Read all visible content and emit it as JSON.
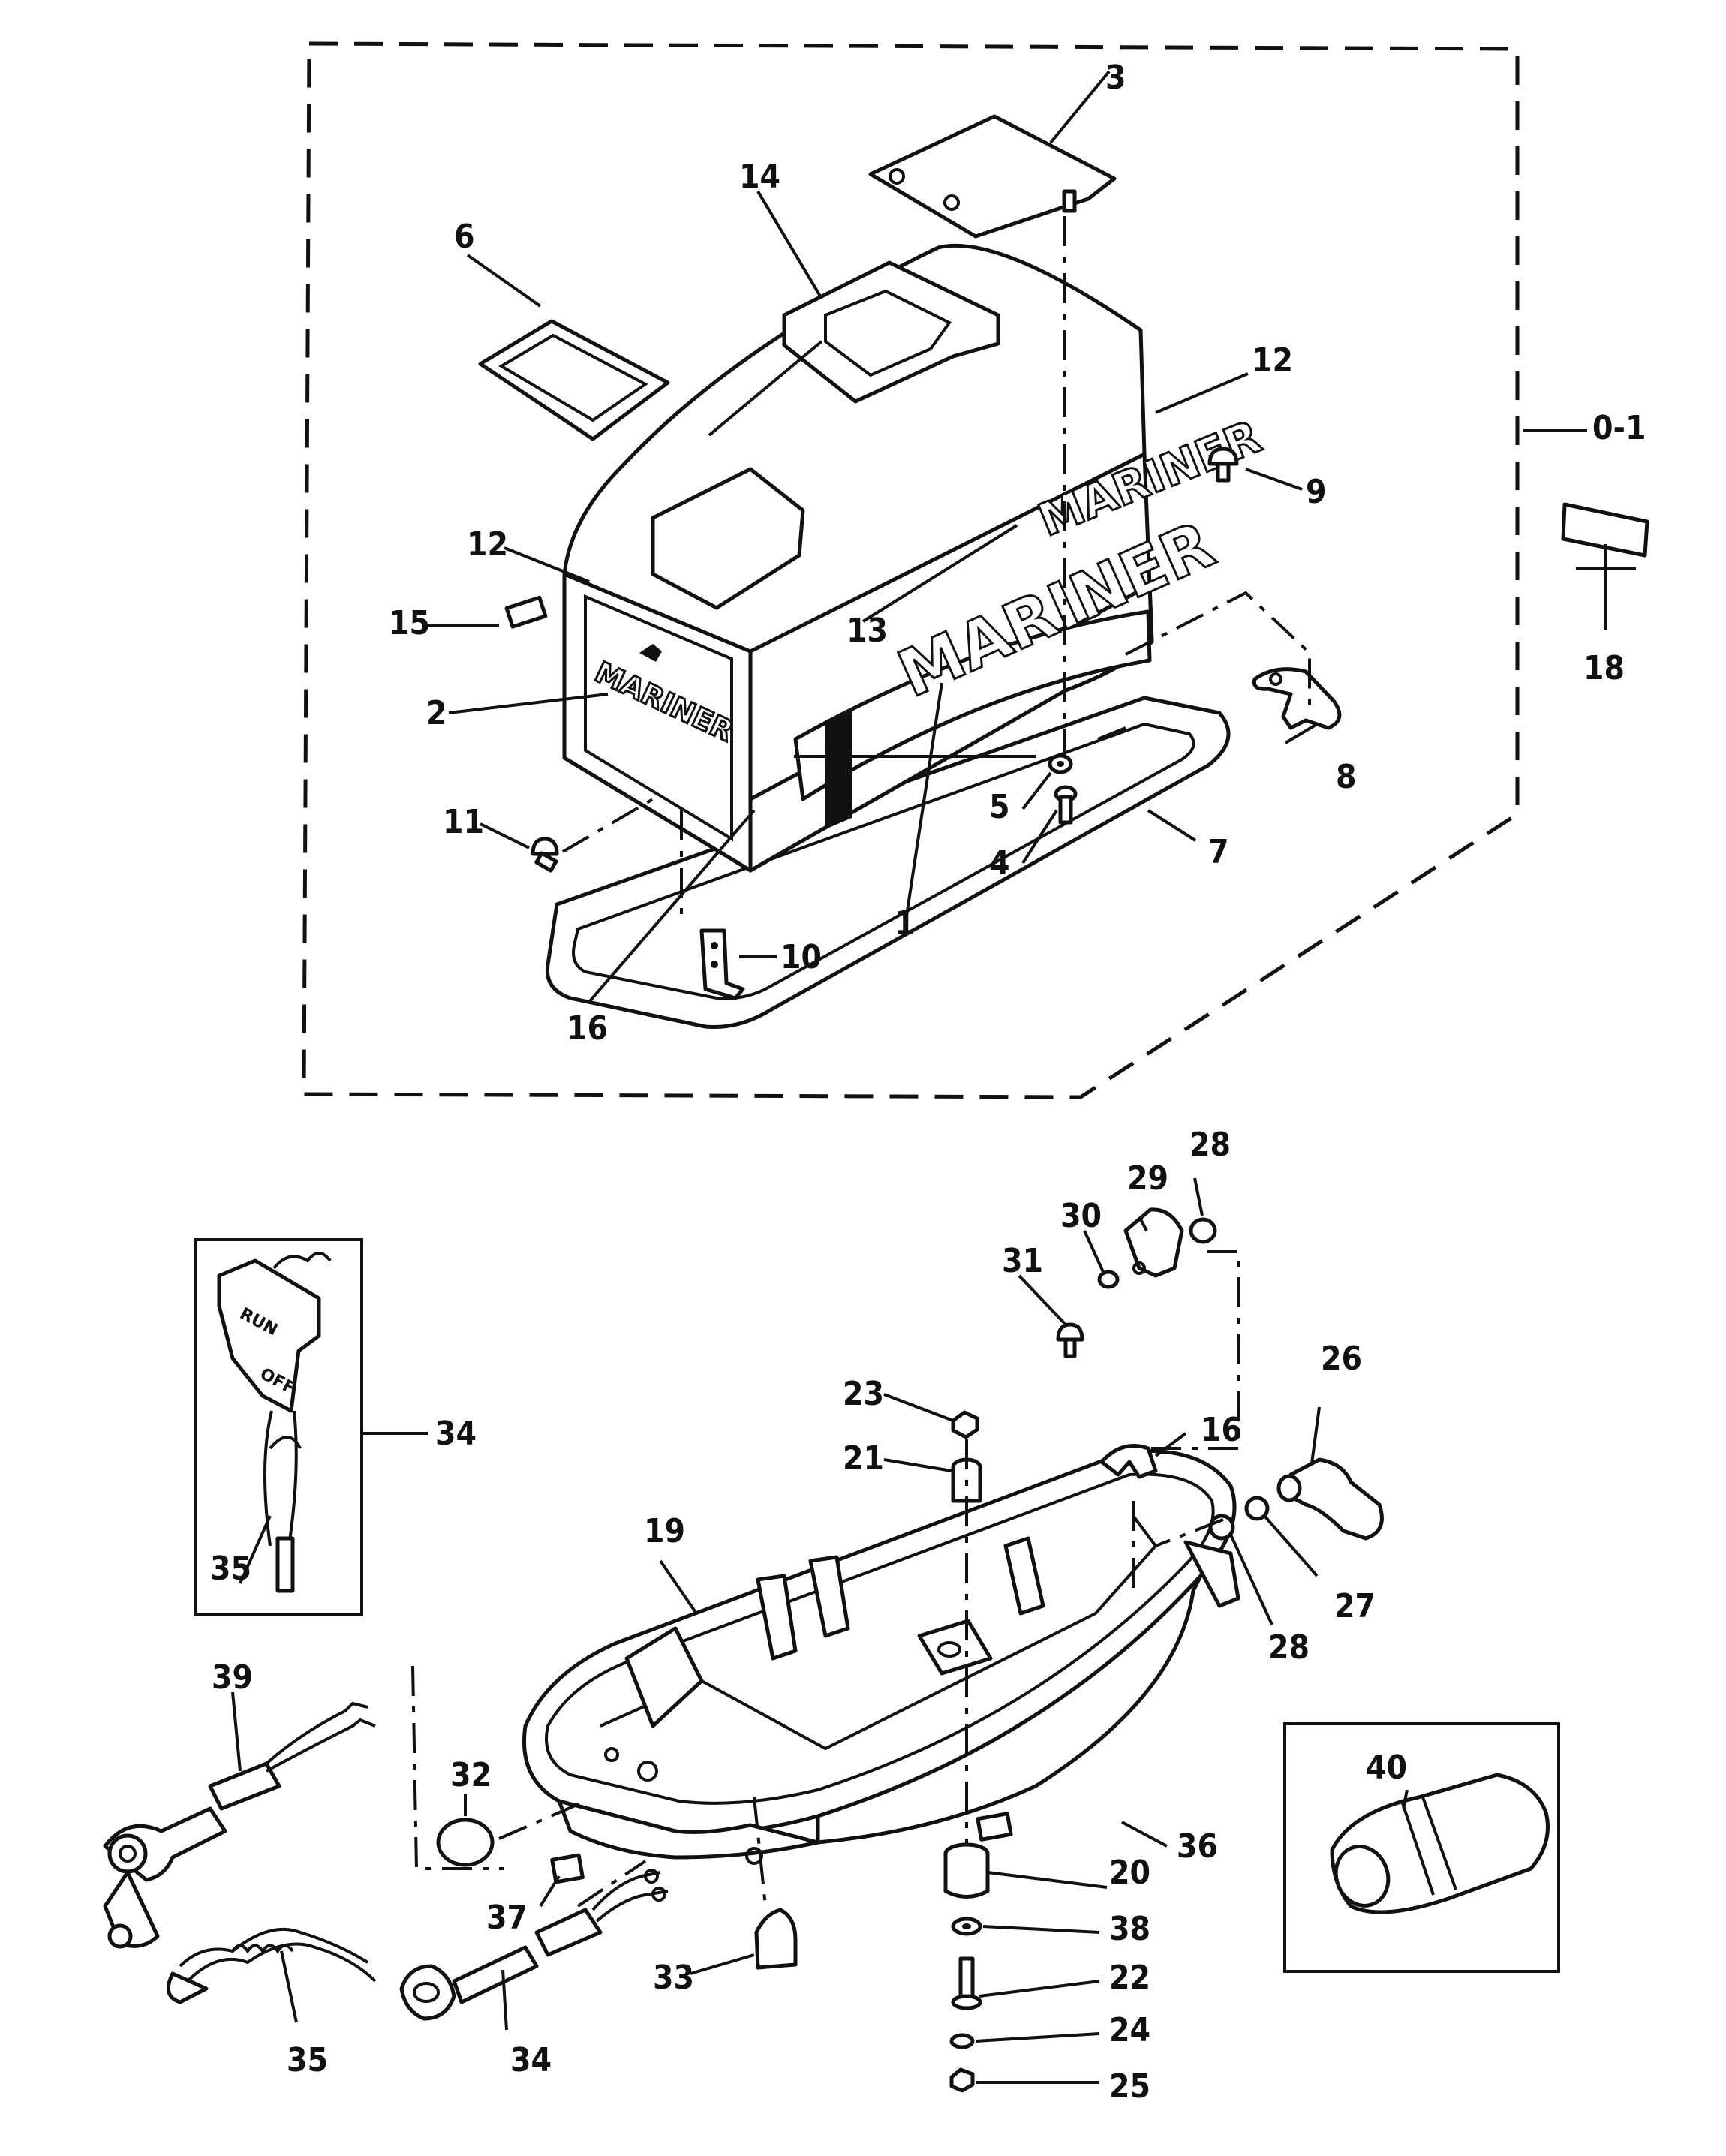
{
  "diagram": {
    "brand_text": "MARINER",
    "switch_labels": {
      "run": "RUN",
      "off": "OFF"
    },
    "callouts": {
      "c1": "1",
      "c2": "2",
      "c3": "3",
      "c4": "4",
      "c5": "5",
      "c6": "6",
      "c7": "7",
      "c8": "8",
      "c9": "9",
      "c10": "10",
      "c11": "11",
      "c12a": "12",
      "c12b": "12",
      "c13": "13",
      "c14": "14",
      "c15": "15",
      "c16a": "16",
      "c16b": "16",
      "c18": "18",
      "c0_1": "0-1",
      "c19": "19",
      "c20": "20",
      "c21": "21",
      "c22": "22",
      "c23": "23",
      "c24": "24",
      "c25": "25",
      "c26": "26",
      "c27": "27",
      "c28a": "28",
      "c28b": "28",
      "c29": "29",
      "c30": "30",
      "c31": "31",
      "c32": "32",
      "c33": "33",
      "c34a": "34",
      "c34b": "34",
      "c35a": "35",
      "c35b": "35",
      "c36": "36",
      "c37": "37",
      "c38": "38",
      "c39": "39",
      "c40": "40"
    }
  }
}
